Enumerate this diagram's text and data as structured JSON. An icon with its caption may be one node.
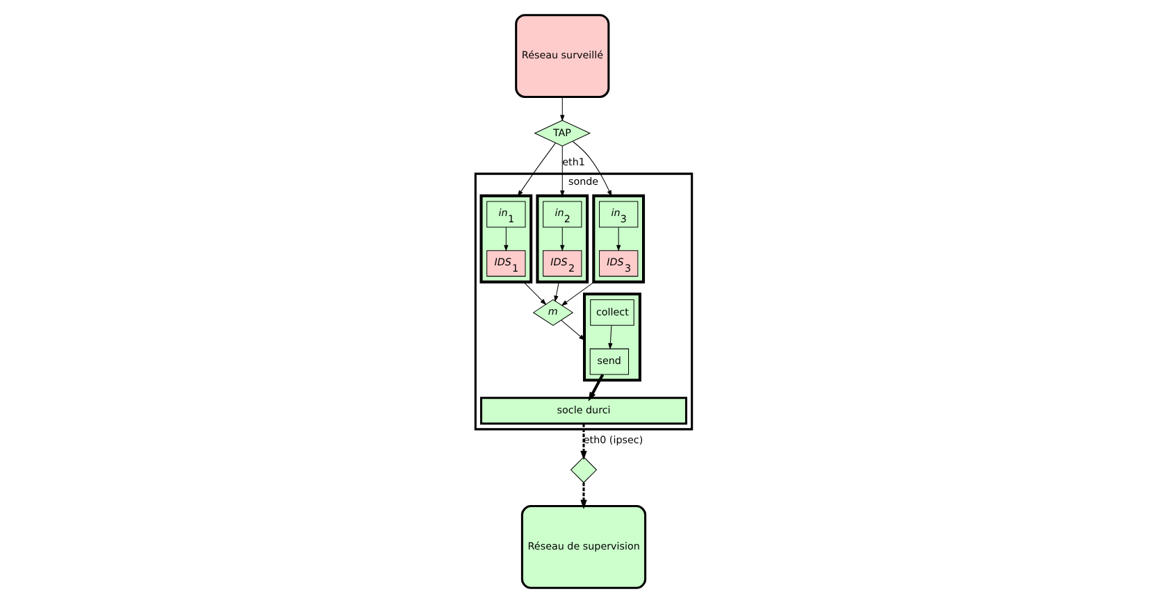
{
  "diagram": {
    "nodes": [
      {
        "text": [
          "Réseau de supervision"
        ]
      },
      {
        "text": [
          "sonde"
        ]
      },
      {
        "text": [
          "m"
        ],
        "in": 1
      },
      {
        "text": [],
        "shape": "box",
        "in": 1
      },
      {
        "text": [
          "collect"
        ],
        "in": 3
      },
      {
        "text": [
          "send"
        ],
        "in": 3
      },
      {
        "text": [],
        "shape": "box",
        "in": 1
      },
      {
        "text": [
          "IDS$_{1}$"
        ],
        "in": 6
      },
      {
        "text": [
          "in$_{1}$"
        ],
        "in": 6
      },
      {
        "text": [],
        "shape": "box",
        "in": 1
      },
      {
        "text": [
          "IDS$_{2}$"
        ],
        "in": 9
      },
      {
        "text": [
          "in$_{2}$"
        ],
        "in": 9
      },
      {
        "text": [],
        "shape": "box",
        "in": 1
      },
      {
        "text": [
          "IDS$_{3}$"
        ],
        "in": 12
      },
      {
        "text": [
          "in$_{3}$"
        ],
        "in": 12
      },
      {
        "text": [
          "socle durci"
        ],
        "in": 1
      },
      {
        "text": [
          "Réseau surveillé"
        ]
      },
      {
        "text": [
          "TAP"
        ]
      },
      {
        "text": [],
        "shape": "diamond"
      }
    ],
    "edges": [
      {
        "from": 2,
        "to": 3,
        "arrow": "to"
      },
      {
        "from": 4,
        "to": 5,
        "arrow": "to"
      },
      {
        "from": 6,
        "to": 2,
        "arrow": "to"
      },
      {
        "from": 9,
        "to": 2,
        "arrow": "to"
      },
      {
        "from": 12,
        "to": 2,
        "arrow": "to"
      },
      {
        "from": 8,
        "to": 7,
        "arrow": "to"
      },
      {
        "from": 11,
        "to": 10,
        "arrow": "to"
      },
      {
        "from": 14,
        "to": 13,
        "arrow": "to"
      },
      {
        "from": 5,
        "to": 15,
        "arrow": "to",
        "style": "thick"
      },
      {
        "from": 15,
        "to": 18,
        "arrow": "to",
        "style": "dashed",
        "label": "eth0 (ipsec)"
      },
      {
        "from": 18,
        "to": 0,
        "arrow": "to",
        "style": "dashed"
      },
      {
        "from": 16,
        "to": 17,
        "arrow": "to"
      },
      {
        "from": 17,
        "to": 6,
        "arrow": "to"
      },
      {
        "from": 17,
        "to": 9,
        "arrow": "to",
        "label": "eth1"
      },
      {
        "from": 17,
        "to": 12,
        "arrow": "to"
      }
    ]
  }
}
